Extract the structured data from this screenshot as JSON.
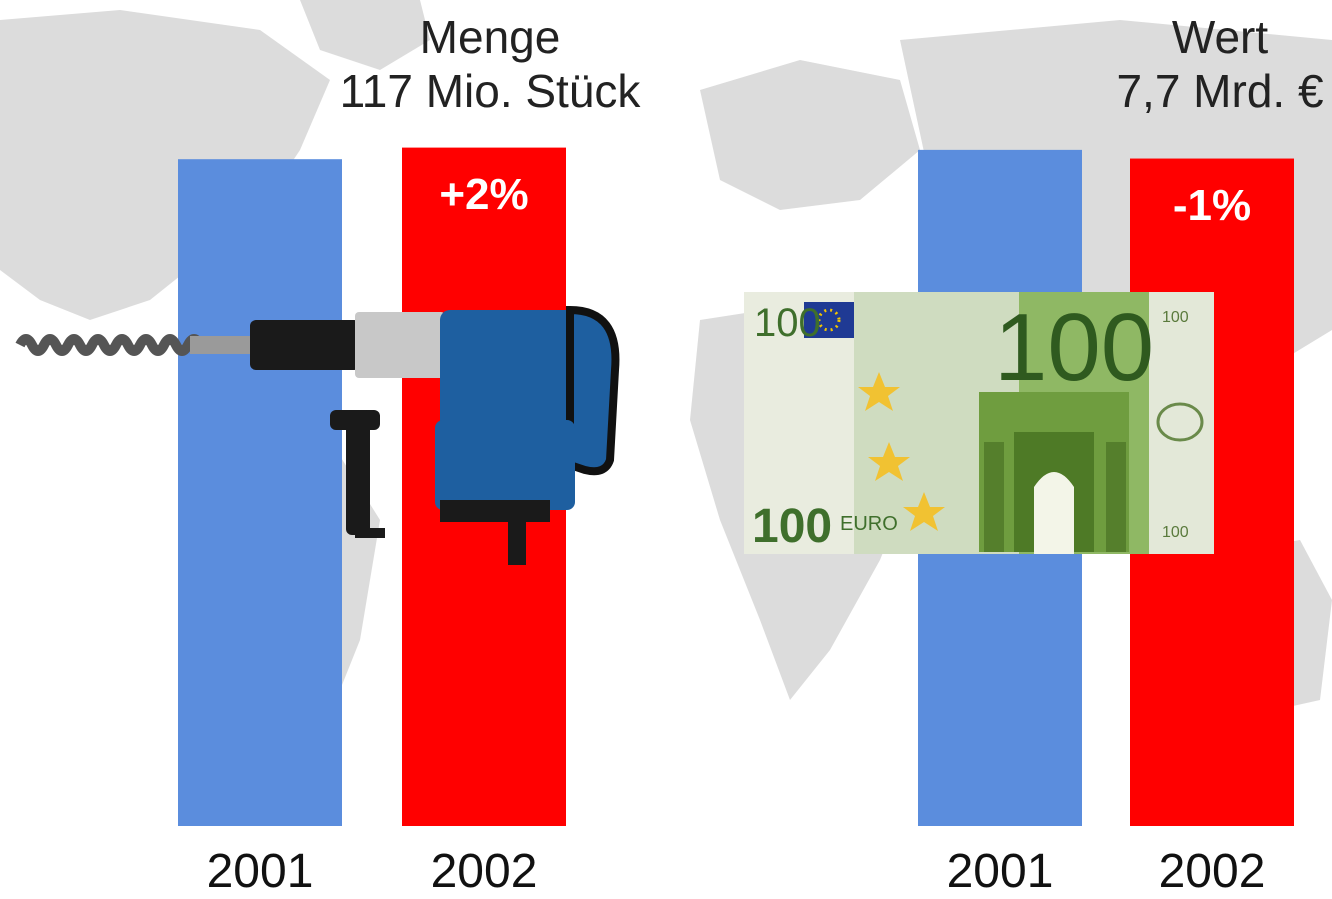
{
  "colors": {
    "y2001": "#5b8ddd",
    "y2002": "#ff0000",
    "map": "#d9d9d9"
  },
  "icons": {
    "left": "hammer-drill-icon",
    "right": "euro-banknote-icon"
  },
  "chart_data": [
    {
      "type": "bar",
      "title": "Menge",
      "subtitle": "117 Mio. Stück",
      "categories": [
        "2001",
        "2002"
      ],
      "values": [
        115,
        117
      ],
      "data_labels": [
        "",
        "+2%"
      ],
      "ylim": [
        0,
        119
      ],
      "grid": false
    },
    {
      "type": "bar",
      "title": "Wert",
      "subtitle": "7,7 Mrd. €",
      "categories": [
        "2001",
        "2002"
      ],
      "values": [
        7.8,
        7.7
      ],
      "data_labels": [
        "",
        "-1%"
      ],
      "ylim": [
        0,
        7.96
      ],
      "grid": false
    }
  ]
}
